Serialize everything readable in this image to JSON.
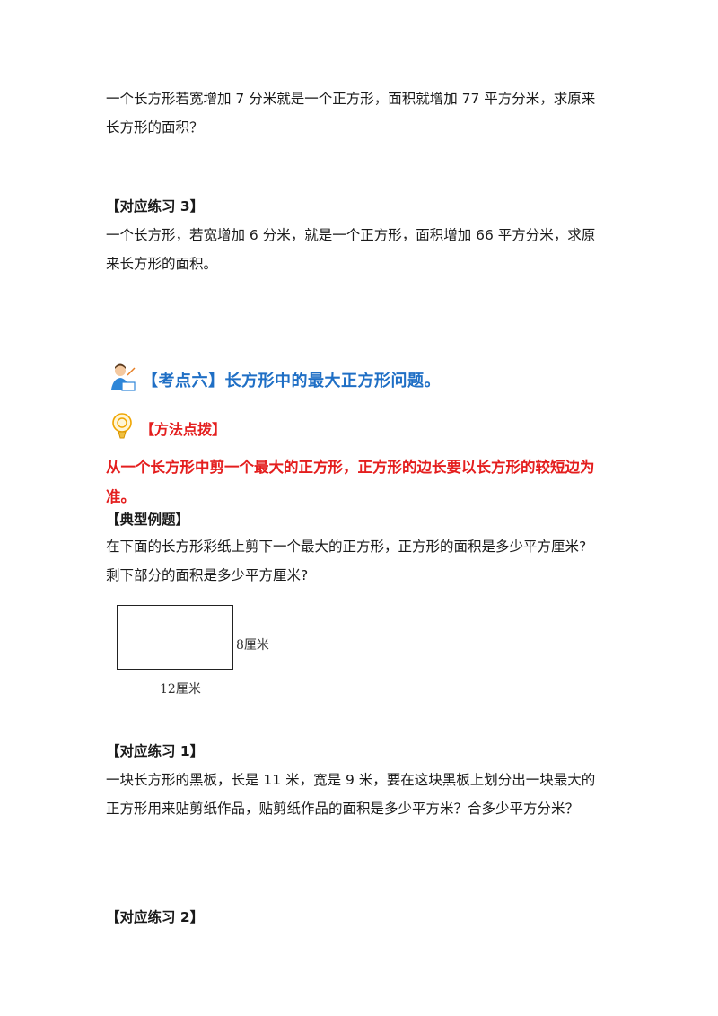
{
  "problem_top": {
    "lines": [
      "一个长方形若宽增加 7 分米就是一个正方形，面积就增加 77 平方分米，求原来",
      "长方形的面积？"
    ]
  },
  "practice3": {
    "heading": "【对应练习 3】",
    "lines": [
      "一个长方形，若宽增加 6 分米，就是一个正方形，面积增加 66 平方分米，求原",
      "来长方形的面积。"
    ]
  },
  "section": {
    "title": "【考点六】长方形中的最大正方形问题。",
    "icon": "teacher-icon",
    "color": "#1f6fc5"
  },
  "method": {
    "label": "【方法点拨】",
    "icon": "lightbulb-icon",
    "color": "#e41e1e",
    "lines": [
      "从一个长方形中剪一个最大的正方形，正方形的边长要以长方形的较短边为",
      "准。"
    ]
  },
  "example": {
    "heading": "【典型例题】",
    "lines": [
      "在下面的长方形彩纸上剪下一个最大的正方形，正方形的面积是多少平方厘米?",
      "剩下部分的面积是多少平方厘米?"
    ],
    "figure": {
      "height_label": "8厘米",
      "width_label": "12厘米"
    }
  },
  "practice1": {
    "heading": "【对应练习 1】",
    "lines": [
      "一块长方形的黑板，长是 11 米，宽是 9 米，要在这块黑板上划分出一块最大的",
      "正方形用来贴剪纸作品，贴剪纸作品的面积是多少平方米？合多少平方分米？"
    ]
  },
  "practice2": {
    "heading": "【对应练习 2】"
  }
}
